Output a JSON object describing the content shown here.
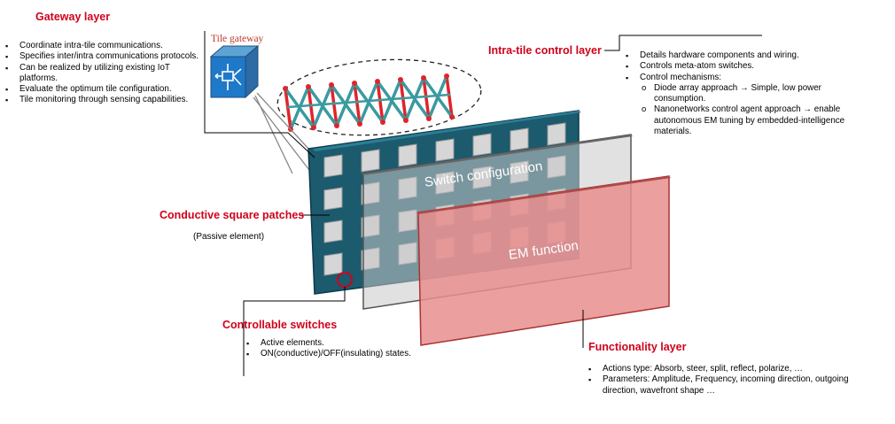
{
  "gateway": {
    "title": "Gateway layer",
    "icon_label": "Tile gateway",
    "items": [
      "Coordinate intra-tile communications.",
      "Specifies inter/intra communications protocols.",
      "Can be realized by utilizing existing IoT platforms.",
      "Evaluate the optimum tile configuration.",
      "Tile monitoring through sensing capabilities."
    ]
  },
  "control": {
    "title": "Intra-tile control layer",
    "items": [
      "Details hardware components and wiring.",
      "Controls meta-atom switches.",
      "Control mechanisms:"
    ],
    "sub_items": [
      "Diode array approach → Simple, low power consumption.",
      "Nanonetworks control agent approach → enable autonomous EM tuning by embedded-intelligence materials."
    ]
  },
  "patches": {
    "title": "Conductive square patches",
    "note": "(Passive element)"
  },
  "switches": {
    "title": "Controllable switches",
    "items": [
      "Active elements.",
      "ON(conductive)/OFF(insulating) states."
    ]
  },
  "functionality": {
    "title": "Functionality layer",
    "items": [
      "Actions type: Absorb, steer, split, reflect, polarize, …",
      "Parameters: Amplitude, Frequency, incoming direction, outgoing direction, wavefront shape …"
    ]
  },
  "panels": {
    "switch_config": "Switch configuration",
    "em_function": "EM function"
  },
  "colors": {
    "label_red": "#d0021b",
    "metasurface": "#1c5a6e",
    "switch_panel": "#b4b4b4",
    "em_panel": "#e88e8e",
    "wire_teal": "#3a9aa0",
    "wire_red": "#e0242a"
  }
}
